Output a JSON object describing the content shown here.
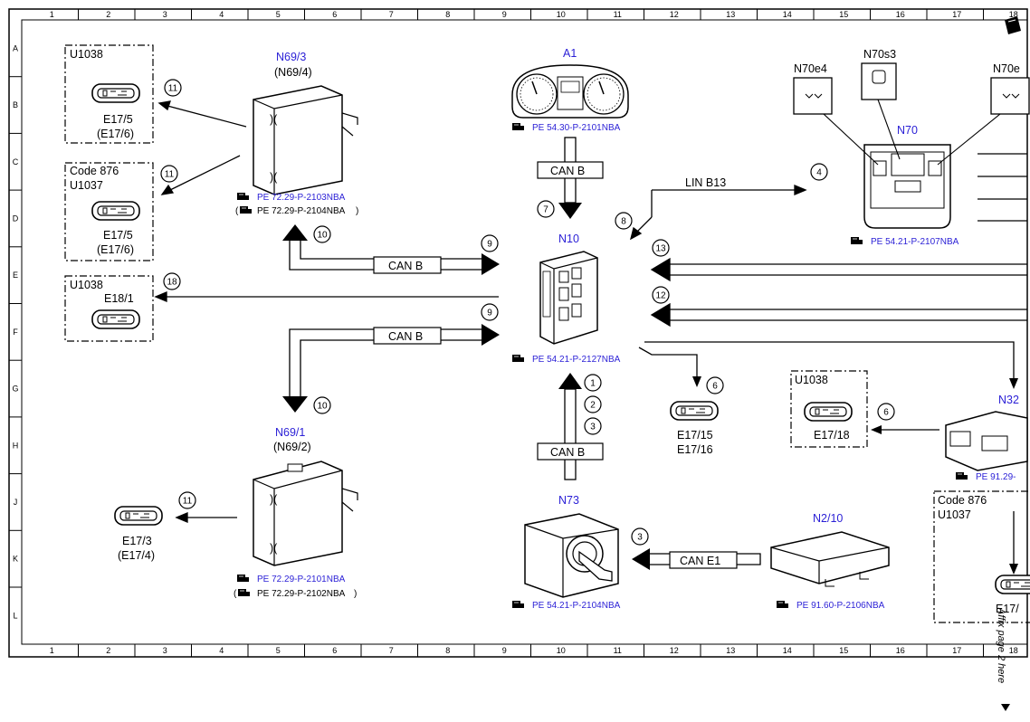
{
  "grid": {
    "cols": [
      "1",
      "2",
      "3",
      "4",
      "5",
      "6",
      "7",
      "8",
      "9",
      "10",
      "11",
      "12",
      "13",
      "14",
      "15",
      "16",
      "17",
      "18"
    ],
    "rows": [
      "A",
      "B",
      "C",
      "D",
      "E",
      "F",
      "G",
      "H",
      "J",
      "K",
      "L"
    ]
  },
  "boxes": {
    "box1": {
      "title": "U1038",
      "lines": [
        "E17/5",
        "(E17/6)"
      ]
    },
    "box2": {
      "title1": "Code 876",
      "title2": "U1037",
      "lines": [
        "E17/5",
        "(E17/6)"
      ]
    },
    "box3": {
      "title": "U1038",
      "line": "E18/1"
    },
    "box4": {
      "title": "U1038",
      "line": "E17/18"
    },
    "box5": {
      "title1": "Code 876",
      "title2": "U1037",
      "line": "E17/"
    }
  },
  "components": {
    "n69_3": {
      "name": "N69/3",
      "alt": "(N69/4)",
      "ref1": "PE 72.29-P-2103NBA",
      "ref2": "PE 72.29-P-2104NBA"
    },
    "n69_1": {
      "name": "N69/1",
      "alt": "(N69/2)",
      "ref1": "PE 72.29-P-2101NBA",
      "ref2": "PE 72.29-P-2102NBA"
    },
    "a1": {
      "name": "A1",
      "ref": "PE 54.30-P-2101NBA"
    },
    "n10": {
      "name": "N10",
      "ref": "PE 54.21-P-2127NBA"
    },
    "n73": {
      "name": "N73",
      "ref": "PE 54.21-P-2104NBA"
    },
    "n2_10": {
      "name": "N2/10",
      "ref": "PE 91.60-P-2106NBA"
    },
    "n70": {
      "name": "N70",
      "ref": "PE 54.21-P-2107NBA"
    },
    "n70e4": {
      "name": "N70e4"
    },
    "n70s3": {
      "name": "N70s3"
    },
    "n70e_right": {
      "name": "N70e"
    },
    "n32": {
      "name": "N32",
      "ref": "PE 91.29-"
    },
    "e17_3": {
      "lines": [
        "E17/3",
        "(E17/4)"
      ]
    },
    "e17_15": {
      "lines": [
        "E17/15",
        "E17/16"
      ]
    }
  },
  "buses": {
    "can_b": "CAN B",
    "can_e1": "CAN E1",
    "lin_b13": "LIN B13"
  },
  "circles": [
    "11",
    "11",
    "10",
    "9",
    "18",
    "9",
    "10",
    "11",
    "7",
    "8",
    "4",
    "13",
    "12",
    "6",
    "6",
    "1",
    "2",
    "3",
    "3"
  ],
  "side_note": "Affix page 2 here"
}
